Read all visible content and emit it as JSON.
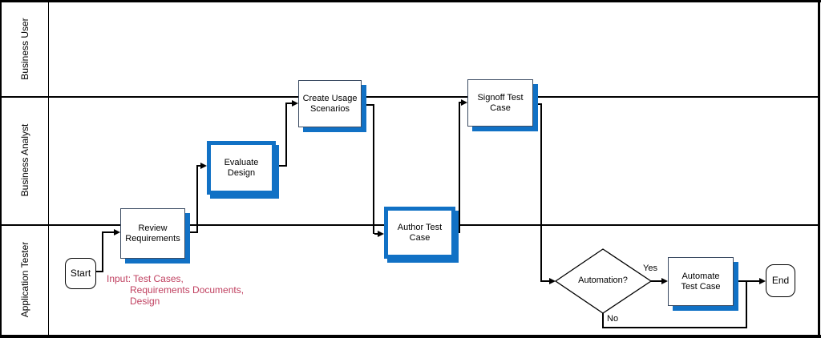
{
  "colors": {
    "accent_blue": "#1171C5",
    "annotation_red": "#C04060",
    "line_black": "#000000"
  },
  "lanes": [
    {
      "label": "Business User"
    },
    {
      "label": "Business Analyst"
    },
    {
      "label": "Application Tester"
    }
  ],
  "nodes": {
    "start": {
      "label": "Start",
      "type": "terminator"
    },
    "review_requirements": {
      "label": "Review Requirements",
      "type": "process"
    },
    "evaluate_design": {
      "label": "Evaluate Design",
      "type": "process"
    },
    "create_usage_scenarios": {
      "label": "Create Usage Scenarios",
      "type": "process"
    },
    "author_test_case": {
      "label": "Author Test Case",
      "type": "process"
    },
    "signoff_test_case": {
      "label": "Signoff Test Case",
      "type": "process"
    },
    "automation_decision": {
      "label": "Automation?",
      "type": "decision"
    },
    "automate_test_case": {
      "label": "Automate Test Case",
      "type": "process"
    },
    "end": {
      "label": "End",
      "type": "terminator"
    }
  },
  "edge_labels": {
    "yes": "Yes",
    "no": "No"
  },
  "edges": [
    {
      "from": "start",
      "to": "review_requirements"
    },
    {
      "from": "review_requirements",
      "to": "evaluate_design"
    },
    {
      "from": "evaluate_design",
      "to": "create_usage_scenarios"
    },
    {
      "from": "create_usage_scenarios",
      "to": "author_test_case"
    },
    {
      "from": "author_test_case",
      "to": "signoff_test_case"
    },
    {
      "from": "signoff_test_case",
      "to": "automation_decision"
    },
    {
      "from": "automation_decision",
      "to": "automate_test_case",
      "label": "Yes"
    },
    {
      "from": "automate_test_case",
      "to": "end"
    },
    {
      "from": "automation_decision",
      "to": "end",
      "label": "No"
    }
  ],
  "annotation": {
    "lines": [
      "Input: Test Cases,",
      "Requirements Documents,",
      "Design"
    ]
  }
}
